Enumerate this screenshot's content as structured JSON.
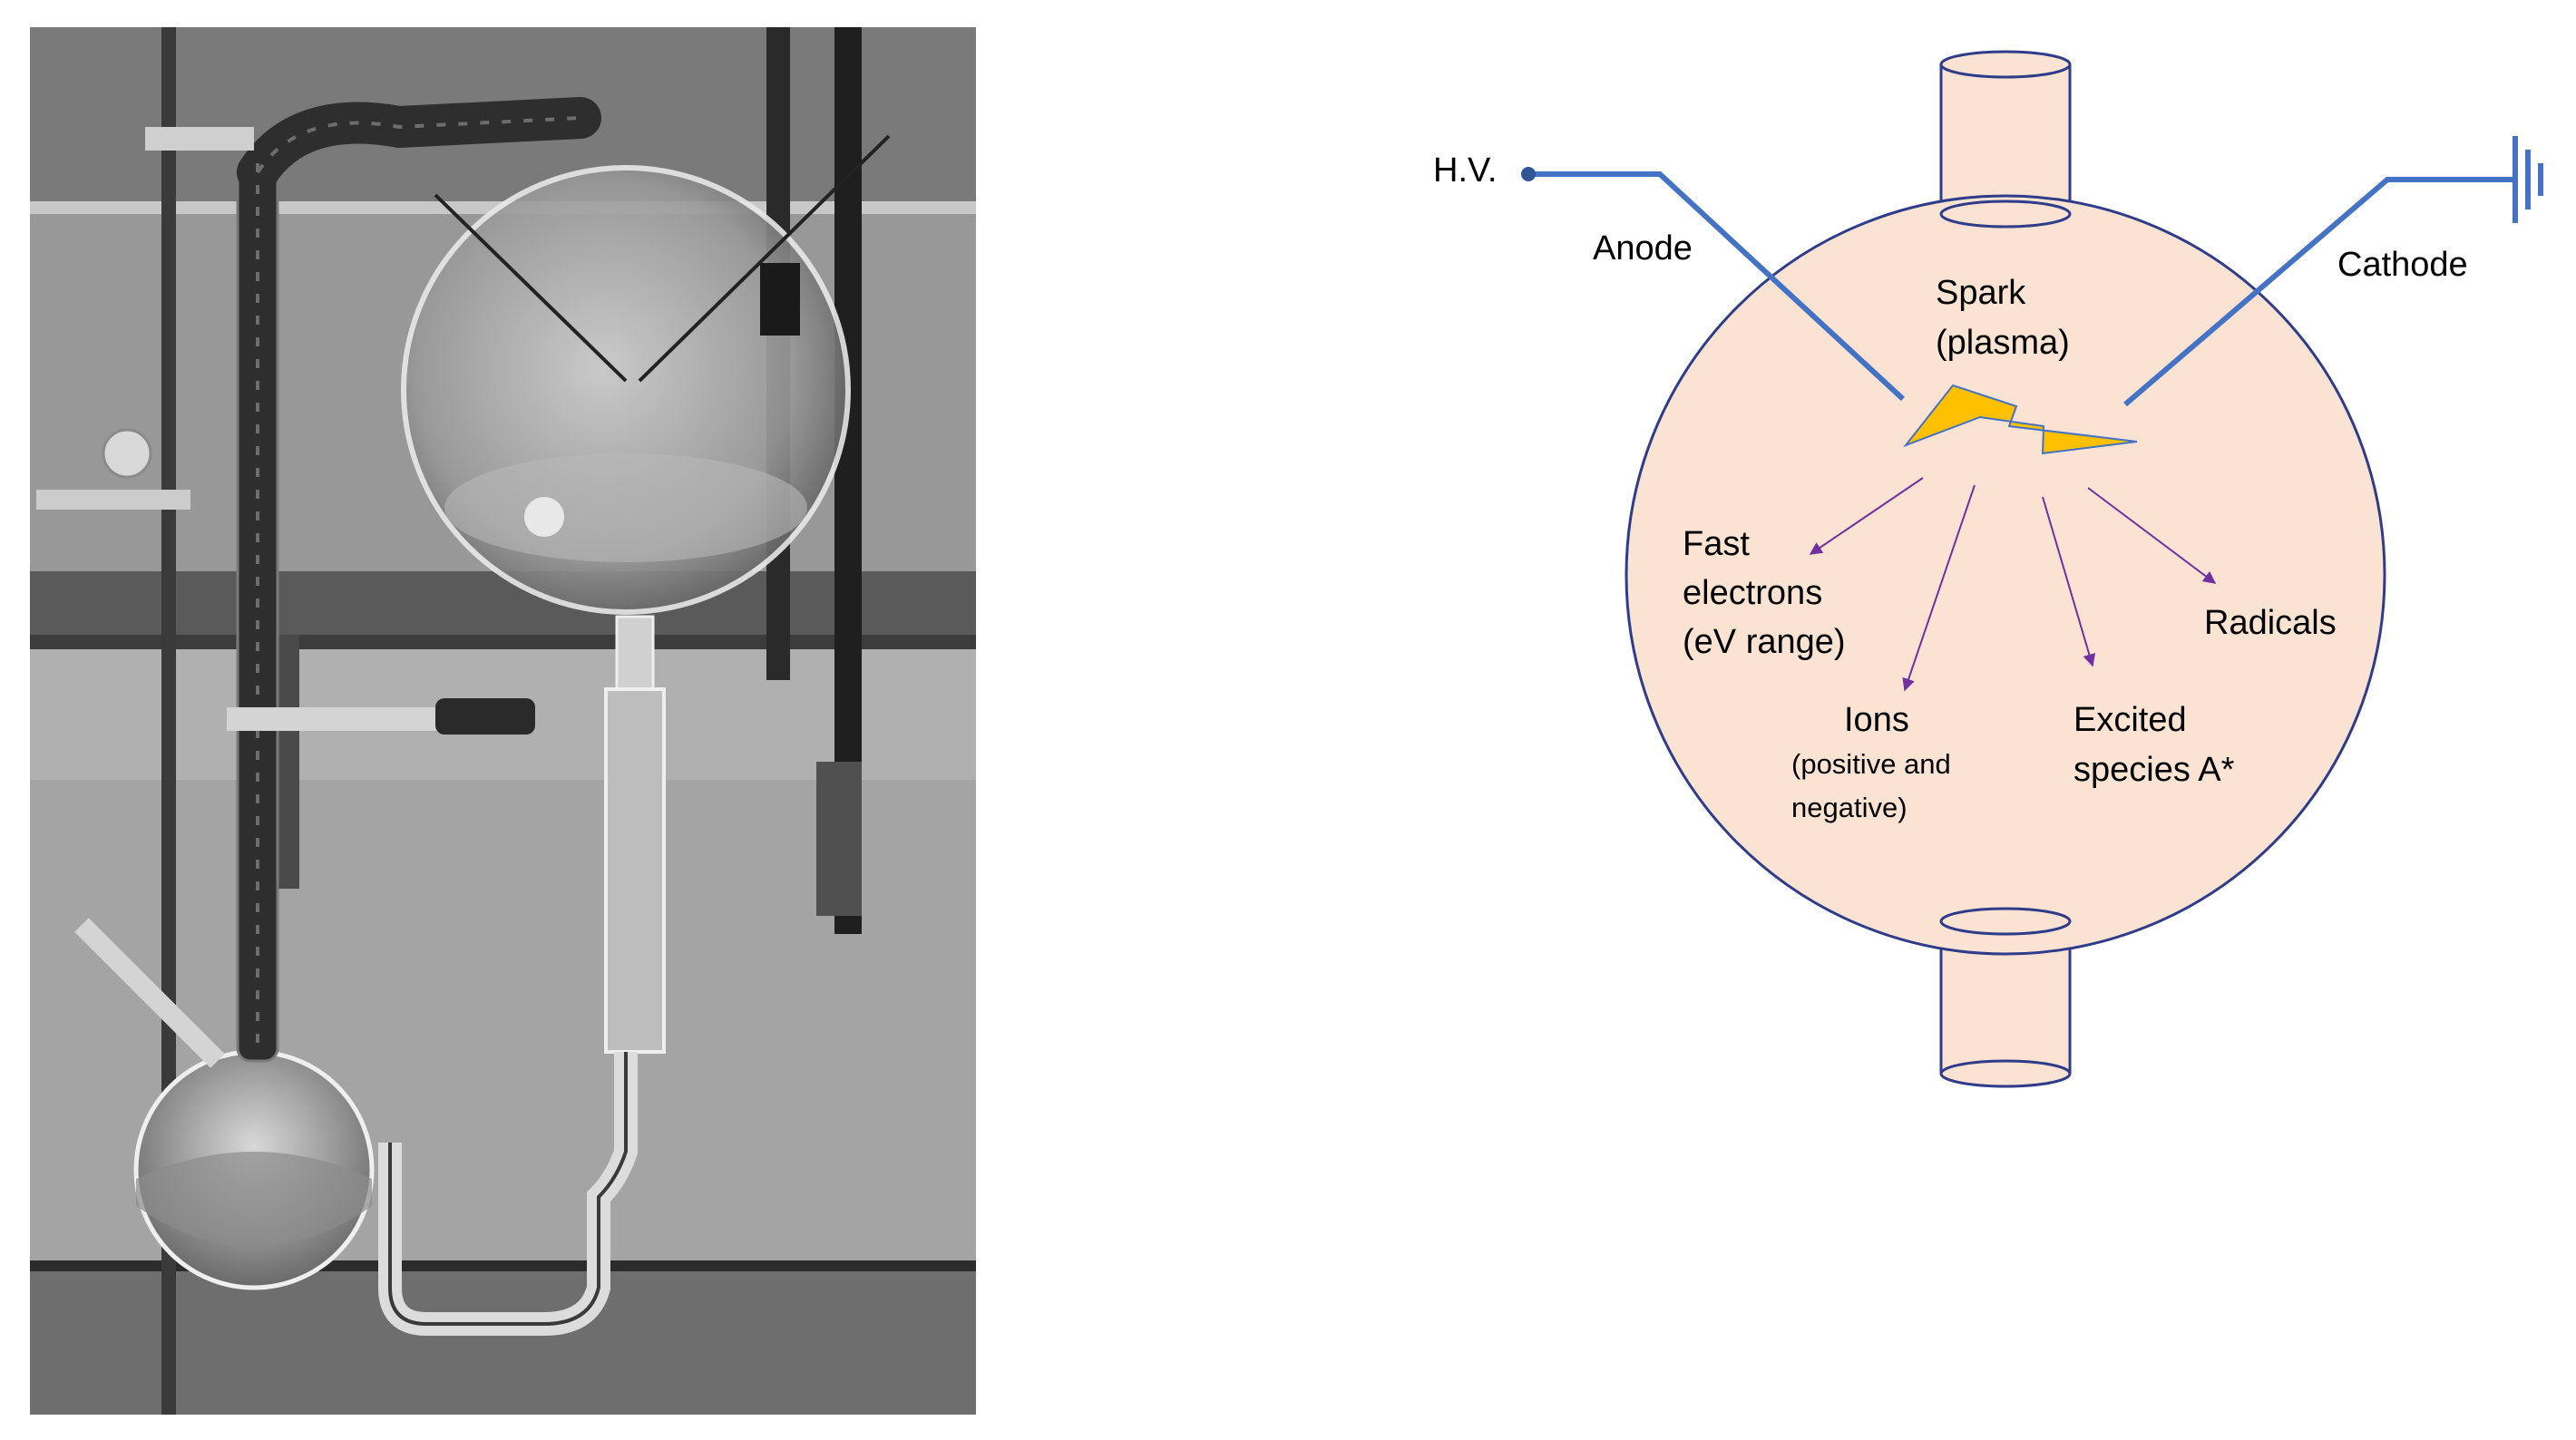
{
  "photo": {
    "description_icon": "miller-urey-apparatus-photo"
  },
  "diagram": {
    "hv_label": "H.V.",
    "anode_label": "Anode",
    "cathode_label": "Cathode",
    "spark_line1": "Spark",
    "spark_line2": "(plasma)",
    "fast_line1": "Fast",
    "fast_line2": "electrons",
    "fast_line3": "(eV range)",
    "ions_line1": "Ions",
    "ions_line2": "(positive and",
    "ions_line3": "negative)",
    "excited_line1": "Excited",
    "excited_line2": "species A*",
    "radicals_label": "Radicals"
  },
  "colors": {
    "flask_fill": "#fbe3d4",
    "flask_stroke": "#2f3c8a",
    "electrode": "#4472c4",
    "arrow": "#7030a0",
    "spark": "#ffc000",
    "spark_stroke": "#4472c4"
  }
}
